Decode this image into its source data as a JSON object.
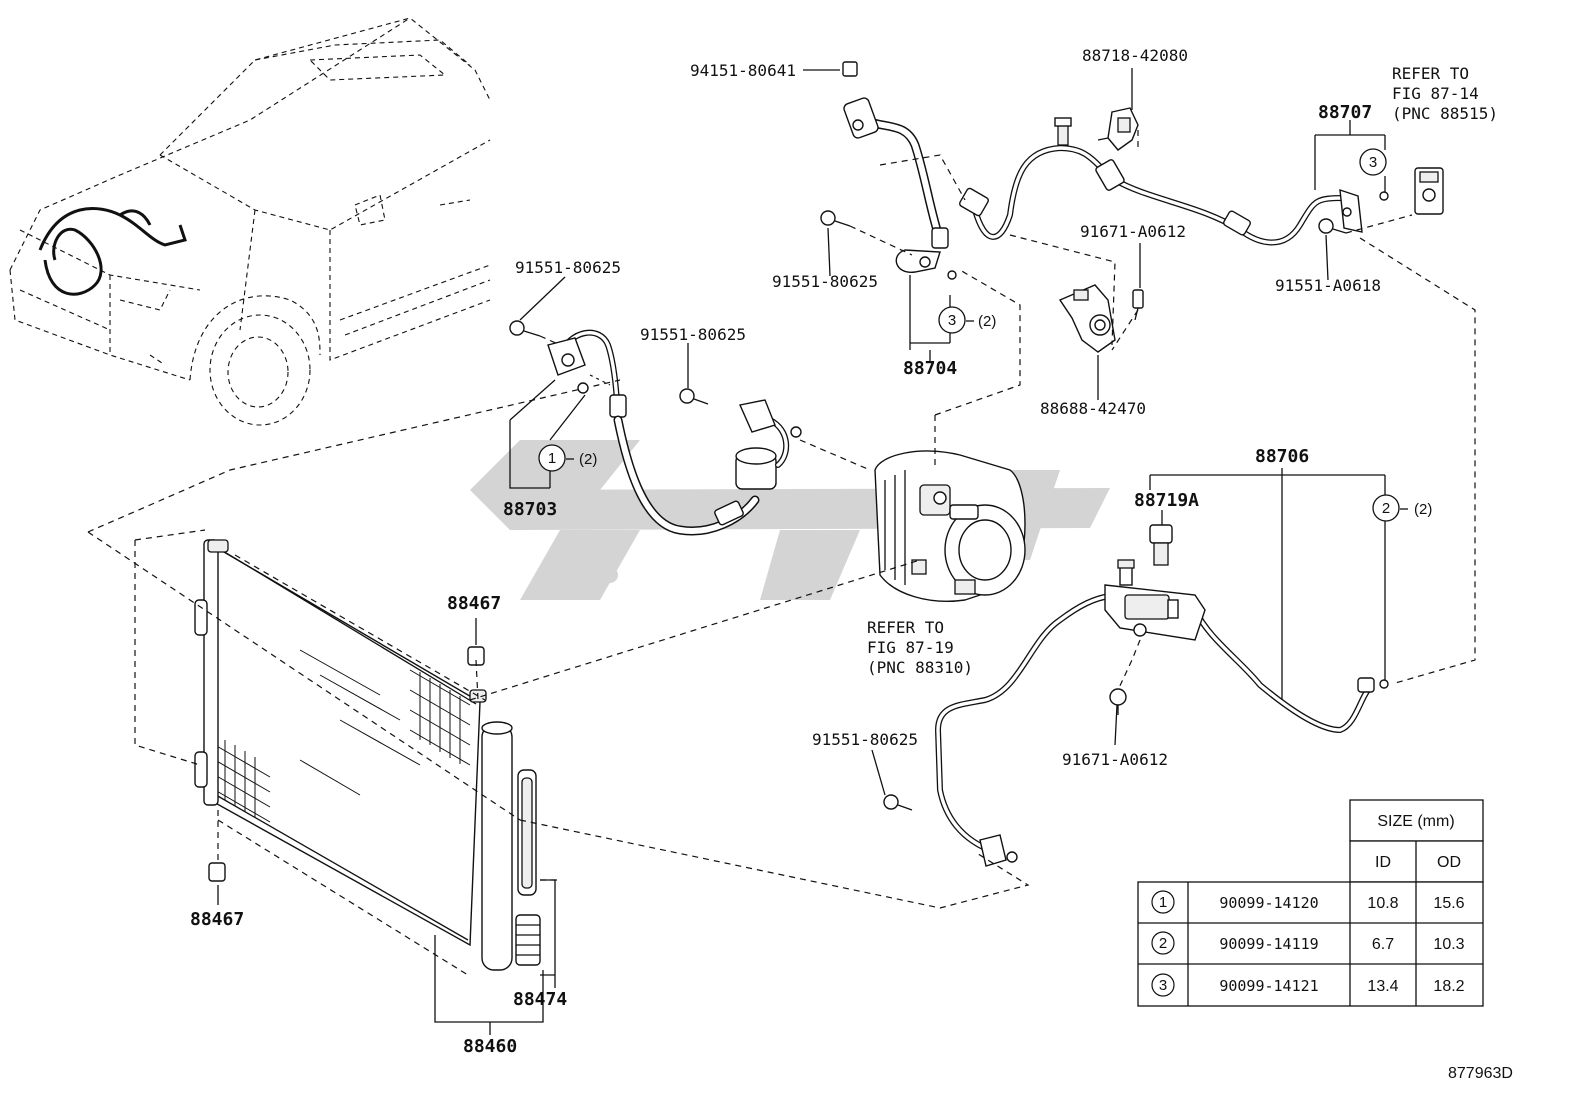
{
  "part_labels": {
    "p94151": "94151-80641",
    "p88718": "88718-42080",
    "refer1_l1": "REFER TO",
    "refer1_l2": "FIG 87-14",
    "refer1_l3": "(PNC 88515)",
    "p88707": "88707",
    "p91551_top": "91551-80625",
    "p91671_top": "91671-A0612",
    "p91551_a0618": "91551-A0618",
    "p91551_left": "91551-80625",
    "p91551_mid": "91551-80625",
    "p88704": "88704",
    "p88688": "88688-42470",
    "p88703": "88703",
    "p88706": "88706",
    "p88719a": "88719A",
    "refer2_l1": "REFER TO",
    "refer2_l2": "FIG 87-19",
    "refer2_l3": "(PNC 88310)",
    "p88467_top": "88467",
    "p88467_bot": "88467",
    "p91551_low": "91551-80625",
    "p91671_low": "91671-A0612",
    "p88474": "88474",
    "p88460": "88460",
    "figure_id": "877963D"
  },
  "callouts": {
    "c3_top": "3",
    "c3_mid": "3",
    "c3_mid_qty": "(2)",
    "c1": "1",
    "c1_qty": "(2)",
    "c2": "2",
    "c2_qty": "(2)"
  },
  "size_table": {
    "header": "SIZE (mm)",
    "col_id": "ID",
    "col_od": "OD",
    "rows": [
      {
        "ref": "1",
        "part": "90099-14120",
        "id": "10.8",
        "od": "15.6"
      },
      {
        "ref": "2",
        "part": "90099-14119",
        "id": "6.7",
        "od": "10.3"
      },
      {
        "ref": "3",
        "part": "90099-14121",
        "id": "13.4",
        "od": "18.2"
      }
    ]
  }
}
